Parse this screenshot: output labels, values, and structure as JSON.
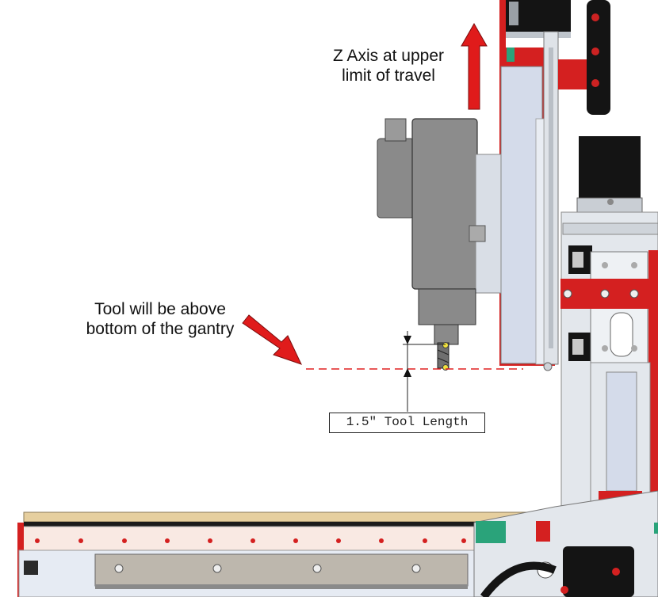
{
  "annotations": {
    "z_axis_line1": "Z Axis at upper",
    "z_axis_line2": "limit of travel",
    "tool_line1": "Tool will be above",
    "tool_line2": "bottom of the gantry",
    "tool_length": "1.5\" Tool Length"
  },
  "colors": {
    "arrow_red": "#e01b1b",
    "frame_red": "#d42020",
    "spindle_gray": "#8c8c8c",
    "plate_blue": "#d4dbea",
    "motor_black": "#141414",
    "wood": "#e6cf9f",
    "dash_red": "#e02020"
  }
}
